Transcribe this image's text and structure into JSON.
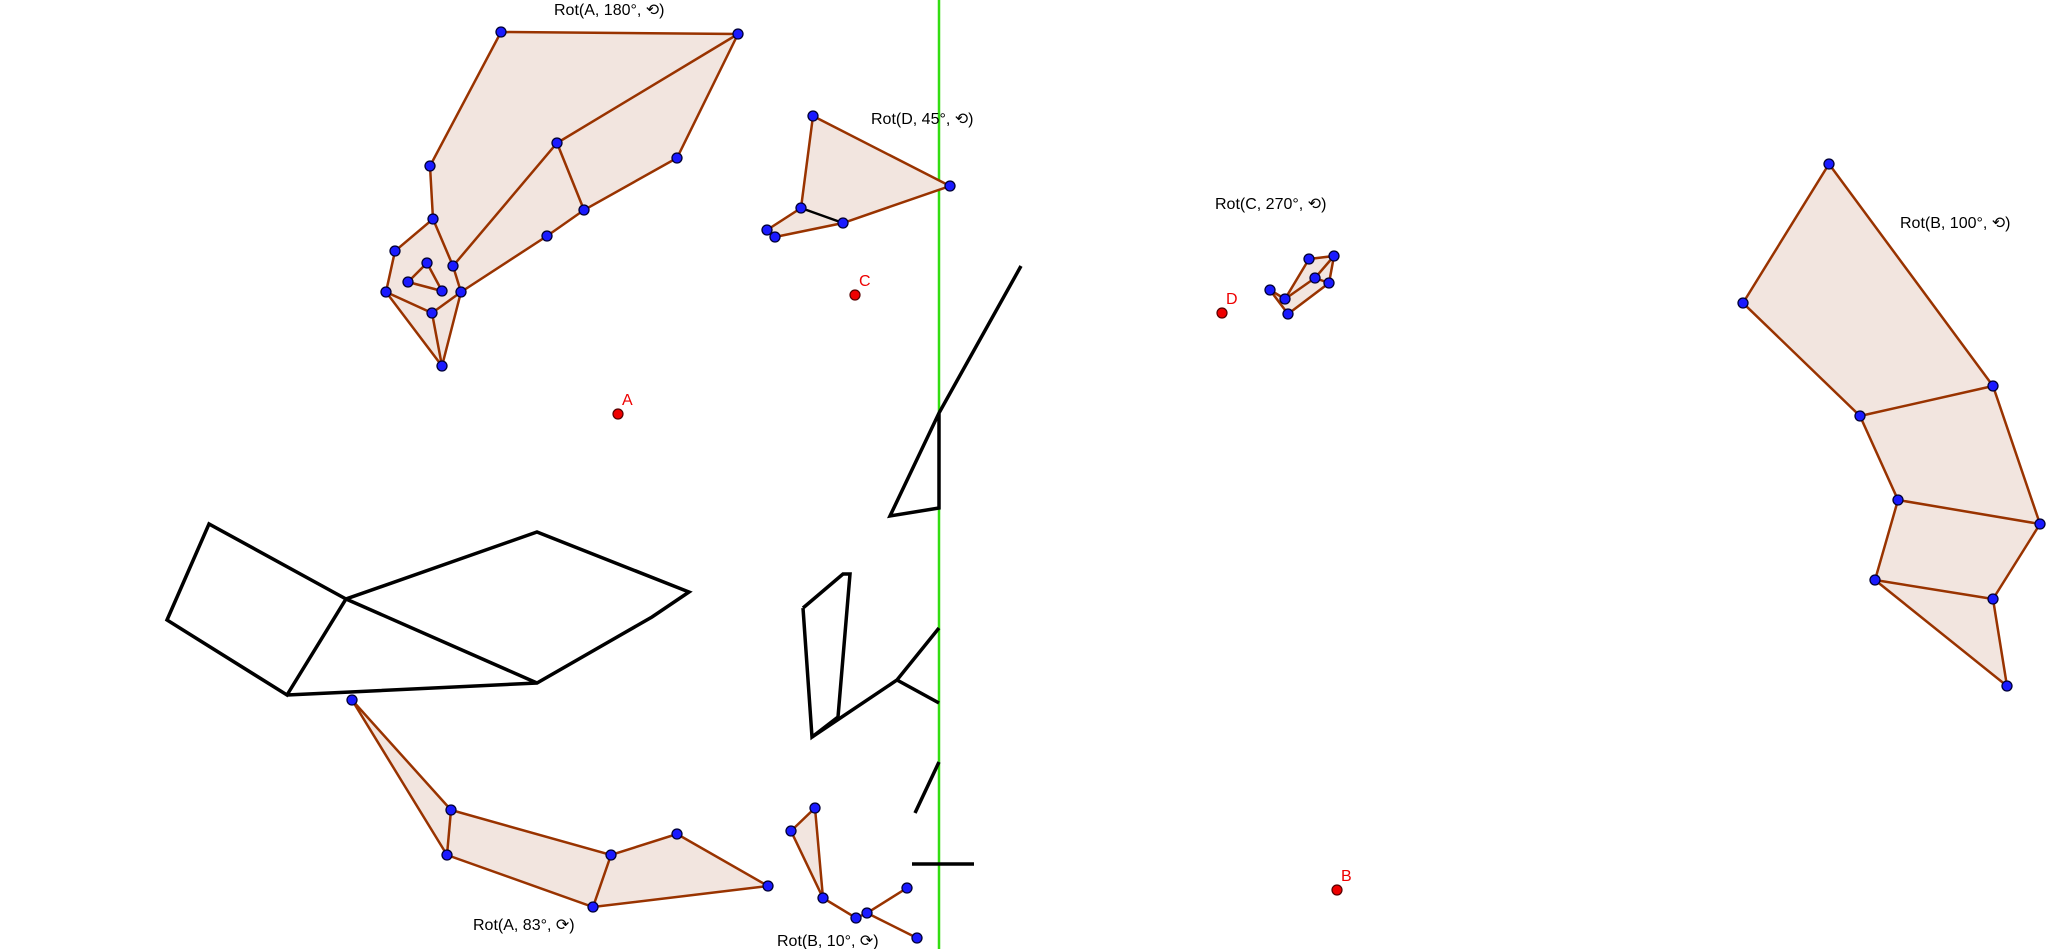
{
  "labels": {
    "rot_a_180": "Rot(A, 180°, ⟲)",
    "rot_d_45": "Rot(D, 45°, ⟲)",
    "rot_c_270": "Rot(C, 270°, ⟲)",
    "rot_b_100": "Rot(B, 100°, ⟲)",
    "rot_a_83": "Rot(A, 83°, ⟳)",
    "rot_b_10": "Rot(B, 10°, ⟳)"
  },
  "points": {
    "a": "A",
    "b": "B",
    "c": "C",
    "d": "D"
  },
  "colors": {
    "image_fill": "#f2e5df",
    "image_edge": "#993300",
    "vertex": "#1a1aff",
    "center": "#ee0000",
    "mirror_line": "#33dd11",
    "original_shape": "#000000"
  }
}
